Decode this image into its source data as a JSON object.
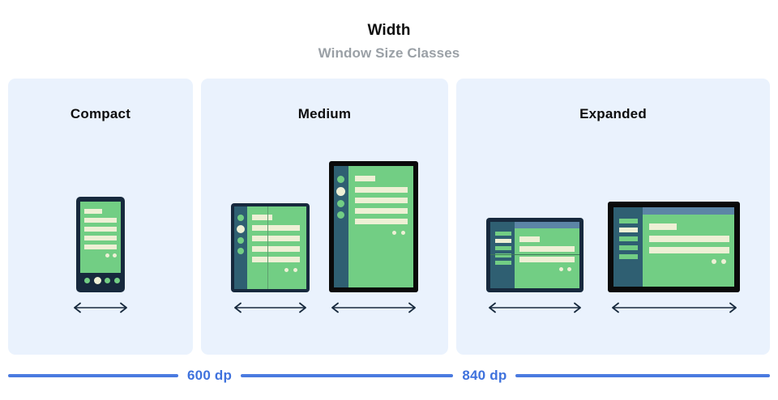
{
  "header": {
    "title": "Width",
    "subtitle": "Window Size Classes"
  },
  "panels": [
    {
      "id": "compact",
      "title": "Compact",
      "devices": [
        {
          "name": "phone-portrait",
          "type": "phone",
          "arrow_label": "width-arrow"
        }
      ]
    },
    {
      "id": "medium",
      "title": "Medium",
      "devices": [
        {
          "name": "foldable-unfolded-portrait",
          "type": "foldable-portrait",
          "arrow_label": "width-arrow"
        },
        {
          "name": "tablet-portrait",
          "type": "tablet-portrait",
          "arrow_label": "width-arrow"
        }
      ]
    },
    {
      "id": "expanded",
      "title": "Expanded",
      "devices": [
        {
          "name": "foldable-unfolded-landscape",
          "type": "foldable-landscape",
          "arrow_label": "width-arrow"
        },
        {
          "name": "tablet-landscape",
          "type": "tablet-landscape",
          "arrow_label": "width-arrow"
        }
      ]
    }
  ],
  "scale": {
    "breakpoints": [
      {
        "label": "600 dp"
      },
      {
        "label": "840 dp"
      }
    ]
  },
  "colors": {
    "panel_background": "#eaf2fd",
    "page_background": "#ffffff",
    "title_text": "#0d0d0d",
    "subtitle_text": "#9aa0a6",
    "scale_blue": "#4a7ae0",
    "scale_label_blue": "#3f72dd",
    "device_bezel_navy": "#17293d",
    "device_bezel_black": "#0a0a0a",
    "screen_green": "#72ce84",
    "content_cream": "#eef0d5",
    "rail_teal": "#2f5f72",
    "appbar_blue": "#5c85a6"
  }
}
